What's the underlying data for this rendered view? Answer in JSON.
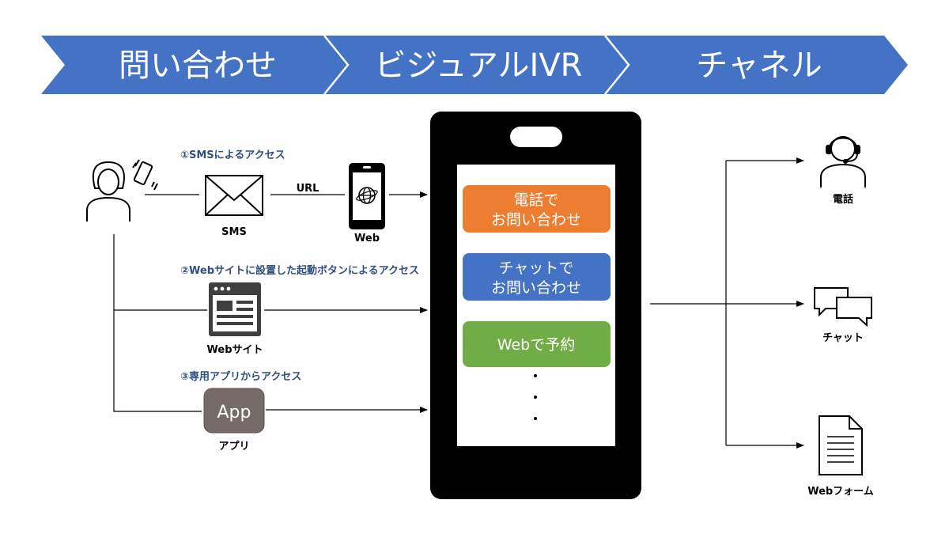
{
  "header": {
    "steps": [
      "問い合わせ",
      "ビジュアルIVR",
      "チャネル"
    ]
  },
  "access_methods": {
    "sms_caption": "①SMSによるアクセス",
    "web_button_caption": "②Webサイトに設置した起動ボタンによるアクセス",
    "app_caption": "③専用アプリからアクセス",
    "url_label": "URL",
    "sms_label": "SMS",
    "web_label": "Web",
    "website_label": "Webサイト",
    "app_icon_text": "App",
    "app_label": "アプリ"
  },
  "phone_screen": {
    "buttons": [
      {
        "line1": "電話で",
        "line2": "お問い合わせ",
        "color": "#ed7d31"
      },
      {
        "line1": "チャットで",
        "line2": "お問い合わせ",
        "color": "#4472c4"
      },
      {
        "line1": "Webで予約",
        "line2": "",
        "color": "#70ad47"
      }
    ]
  },
  "channels": {
    "phone_label": "電話",
    "chat_label": "チャット",
    "webform_label": "Webフォーム"
  },
  "colors": {
    "header_blue": "#4472c4",
    "caption_navy": "#2f4f7f",
    "app_gray": "#776b69"
  }
}
